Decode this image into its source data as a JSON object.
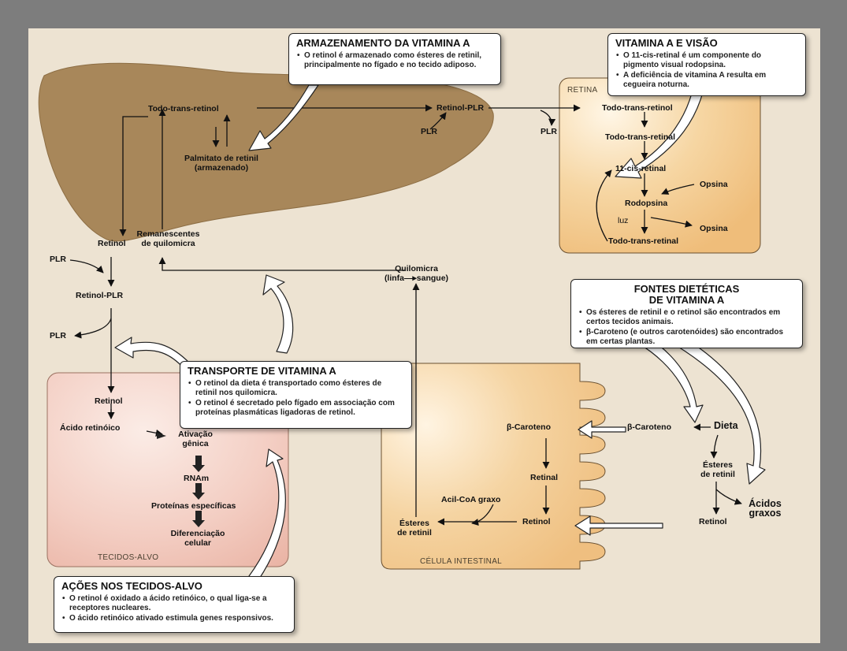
{
  "regions": {
    "retina": "RETINA",
    "target_tissues": "TECIDOS-ALVO",
    "intestinal_cell": "CÉLULA INTESTINAL"
  },
  "liver": {
    "all_trans_retinol": "Todo-trans-retinol",
    "palmitate_1": "Palmitato de retinil",
    "palmitate_2": "(armazenado)",
    "retinol": "Retinol",
    "remnants_1": "Remanescentes",
    "remnants_2": "de quilomicra"
  },
  "transport": {
    "retinol_plr_top": "Retinol-PLR",
    "plr_top_in": "PLR",
    "plr_top_out": "PLR",
    "plr_left_in": "PLR",
    "retinol_plr_left": "Retinol-PLR",
    "plr_left_out": "PLR",
    "chylomicron_1": "Quilomicra",
    "chylomicron_2": "(linfa—▸sangue)"
  },
  "retina": {
    "all_trans_retinol": "Todo-trans-retinol",
    "all_trans_retinal": "Todo-trans-retinal",
    "cis_retinal": "11-cis-retinal",
    "opsin_in": "Opsina",
    "rhodopsin": "Rodopsina",
    "light": "luz",
    "opsin_out": "Opsina",
    "all_trans_retinal_bottom": "Todo-trans-retinal"
  },
  "target": {
    "retinol": "Retinol",
    "retinoic_acid": "Ácido retinóico",
    "activation_1": "Ativação",
    "activation_2": "gênica",
    "mrna": "RNAm",
    "proteins": "Proteínas específicas",
    "differentiation_1": "Diferenciação",
    "differentiation_2": "celular"
  },
  "intestine": {
    "beta_carotene_in": "β-Caroteno",
    "beta_carotene_out": "β-Caroteno",
    "diet": "Dieta",
    "esters_in_1": "Ésteres",
    "esters_in_2": "de retinil",
    "retinal": "Retinal",
    "acyl_coa": "Acil-CoA graxo",
    "retinol_cell": "Retinol",
    "esters_out_1": "Ésteres",
    "esters_out_2": "de retinil",
    "fatty_acids_1": "Ácidos",
    "fatty_acids_2": "graxos",
    "retinol_lumen": "Retinol"
  },
  "callouts": {
    "storage": {
      "title": "ARMAZENAMENTO DA VITAMINA A",
      "items": [
        "O retinol é armazenado como ésteres de retinil, principalmente no fígado e no tecido adiposo."
      ]
    },
    "vision": {
      "title": "VITAMINA A E VISÃO",
      "items": [
        "O 11-cis-retinal é um componente do pigmento visual rodopsina.",
        "A deficiência de vitamina A resulta em cegueira noturna."
      ]
    },
    "sources": {
      "title_1": "FONTES DIETÉTICAS",
      "title_2": "DE VITAMINA A",
      "items": [
        "Os ésteres de retinil e o retinol são encontrados em certos tecidos animais.",
        "β-Caroteno (e outros carotenóides) são encontrados em certas plantas."
      ]
    },
    "transport": {
      "title": "TRANSPORTE DE VITAMINA A",
      "items": [
        "O retinol da dieta é transportado como ésteres de retinil nos quilomicra.",
        "O retinol é secretado pelo fígado em associação com proteínas plasmáticas ligadoras de retinol."
      ]
    },
    "actions": {
      "title": "AÇÕES NOS TECIDOS-ALVO",
      "items": [
        "O retinol é oxidado a ácido retinóico, o qual liga-se a receptores nucleares.",
        "O ácido retinóico ativado estimula genes responsivos."
      ]
    }
  },
  "colors": {
    "liver": "#a8875a",
    "retina_fill": "#f3c98b",
    "tissue_fill": "#f2c7bc",
    "intestine_fill": "#f3c98b",
    "background": "#ede3d2",
    "frame": "#7d7d7d"
  }
}
